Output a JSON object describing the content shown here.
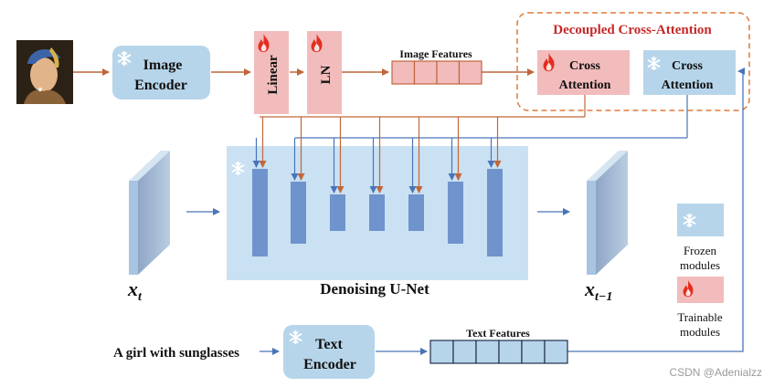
{
  "colors": {
    "frozen_fill": "#b7d5ea",
    "trainable_fill": "#f2bcbc",
    "unet_fill": "#c9e1f2",
    "unet_block": "#6f93cc",
    "orange_line": "#c0673a",
    "blue_line": "#4a74b8",
    "decoupled_border": "#e07a3a",
    "decoupled_title": "#c62828"
  },
  "icons": {
    "snowflake": "snowflake-icon",
    "flame": "flame-icon",
    "portrait": "portrait-image"
  },
  "image_encoder": {
    "line1": "Image",
    "line2": "Encoder"
  },
  "linear": {
    "label": "Linear"
  },
  "ln": {
    "label": "LN"
  },
  "image_features": {
    "label": "Image Features",
    "cells": 4
  },
  "decoupled": {
    "title": "Decoupled Cross-Attention",
    "trainable": {
      "line1": "Cross",
      "line2": "Attention"
    },
    "frozen": {
      "line1": "Cross",
      "line2": "Attention"
    }
  },
  "unet": {
    "label": "Denoising U-Net",
    "blocks": 7
  },
  "latents": {
    "input": "x",
    "input_sub": "t",
    "output": "x",
    "output_sub": "t−1"
  },
  "text": {
    "prompt": "A girl with sunglasses"
  },
  "text_encoder": {
    "line1": "Text",
    "line2": "Encoder"
  },
  "text_features": {
    "label": "Text Features",
    "cells": 6
  },
  "legend": {
    "frozen_line1": "Frozen",
    "frozen_line2": "modules",
    "trainable_line1": "Trainable",
    "trainable_line2": "modules"
  },
  "watermark": "CSDN @Adenialzz"
}
